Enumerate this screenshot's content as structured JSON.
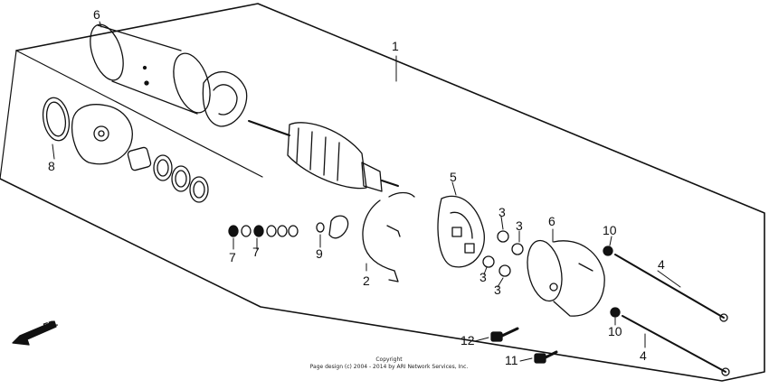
{
  "direction_label": "FR.",
  "callouts": {
    "c1": "1",
    "c2": "2",
    "c3a": "3",
    "c3b": "3",
    "c3c": "3",
    "c3d": "3",
    "c4a": "4",
    "c4b": "4",
    "c5": "5",
    "c6a": "6",
    "c6b": "6",
    "c7a": "7",
    "c7b": "7",
    "c8": "8",
    "c9": "9",
    "c10a": "10",
    "c10b": "10",
    "c11": "11",
    "c12": "12"
  },
  "copyright": {
    "line1": "Copyright",
    "line2": "Page design (c) 2004 - 2014 by ARI Network Services, Inc."
  },
  "colors": {
    "line": "#111111",
    "background": "#ffffff"
  }
}
